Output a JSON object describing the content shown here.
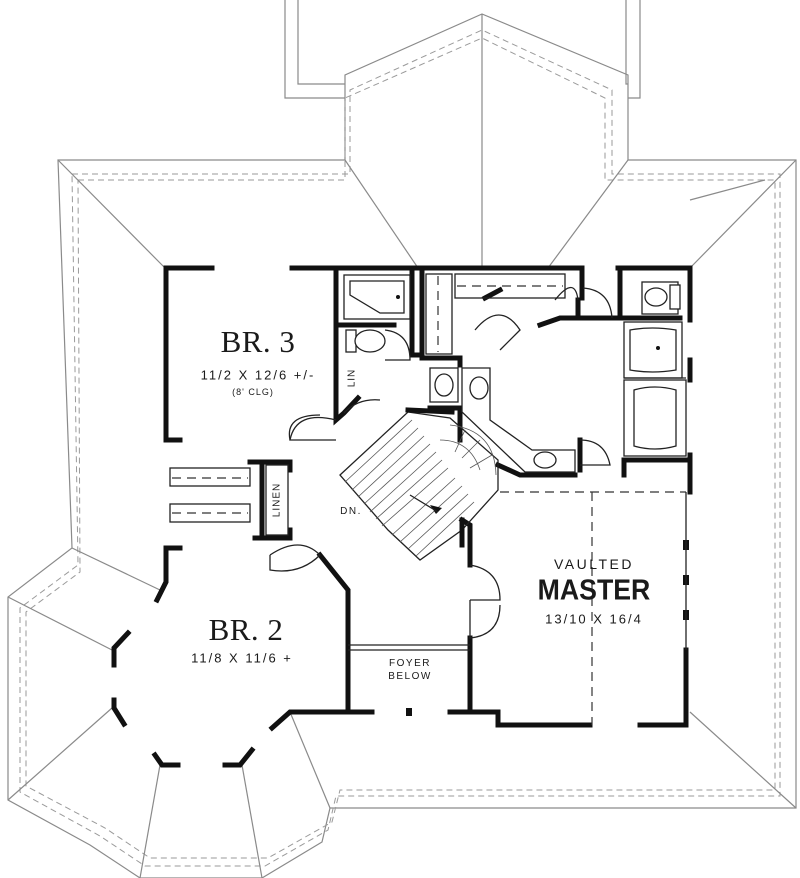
{
  "rooms": {
    "br3": {
      "name": "BR. 3",
      "dims": "11/2 X 12/6 +/-",
      "note": "(8' CLG)"
    },
    "br2": {
      "name": "BR. 2",
      "dims": "11/8 X 11/6 +"
    },
    "master": {
      "prefix": "VAULTED",
      "name": "MASTER",
      "dims": "13/10 X 16/4"
    }
  },
  "labels": {
    "foyer_line1": "FOYER",
    "foyer_line2": "BELOW",
    "stair_down": "DN.",
    "linen_upper": "LIN",
    "linen_lower": "LINEN"
  }
}
